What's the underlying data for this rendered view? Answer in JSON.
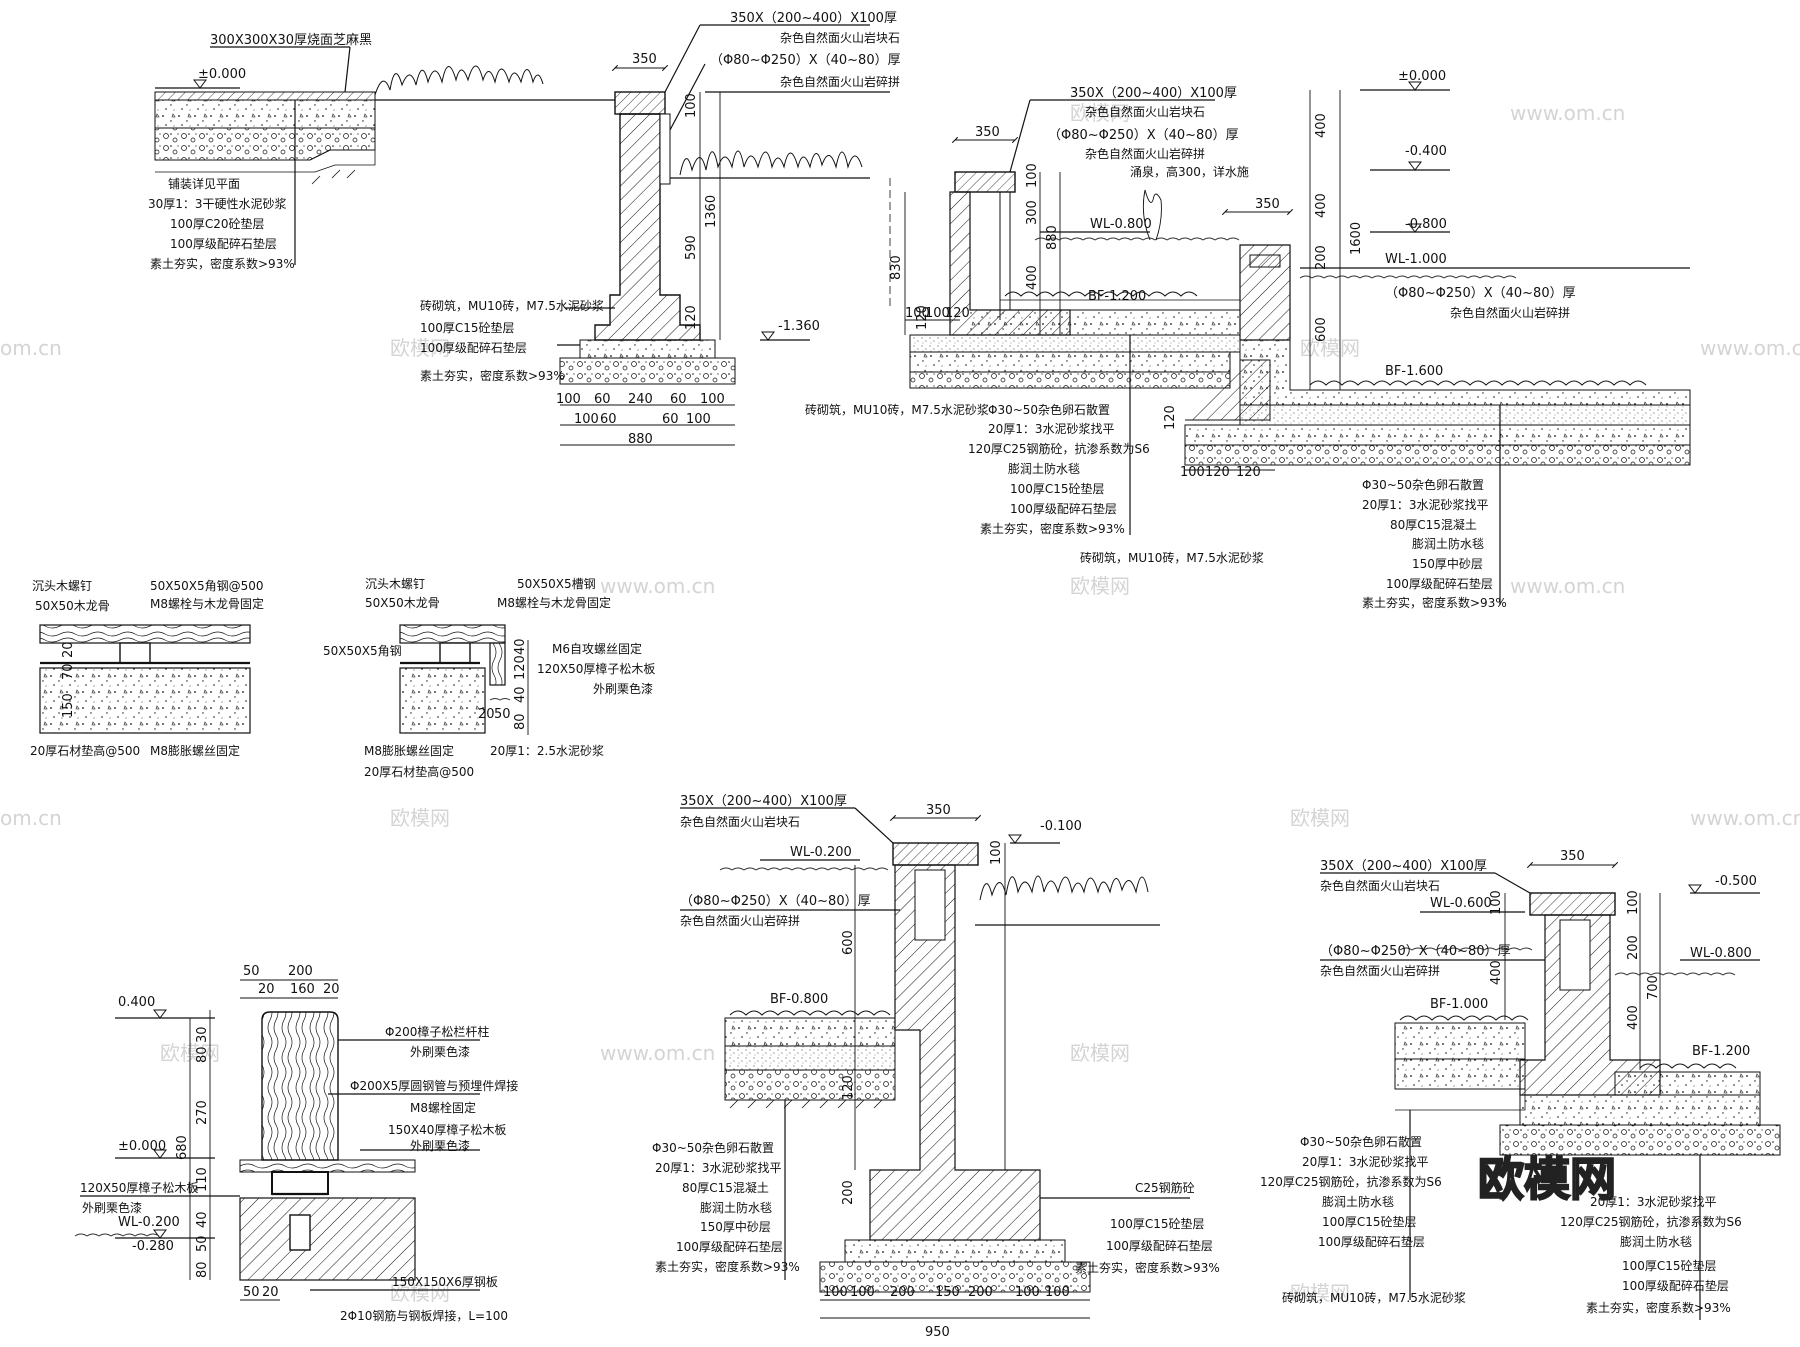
{
  "watermarks": {
    "site": "www.om.cn",
    "site_short": "om.cn",
    "brand": "欧模网"
  },
  "section_a": {
    "top_label": "300X300X30厚烧面芝麻黑",
    "level_zero": "±0.000",
    "stone_top": "350X（200~400）X100厚",
    "stone_top_2": "杂色自然面火山岩块石",
    "stone_side": "（Φ80~Φ250）X（40~80）厚",
    "stone_side_2": "杂色自然面火山岩碎拼",
    "dim_350": "350",
    "dims_v": [
      "100",
      "590",
      "1360",
      "120"
    ],
    "level_bottom": "-1.360",
    "layers_left": [
      "铺装详见平面",
      "30厚1：3干硬性水泥砂浆",
      "100厚C20砼垫层",
      "100厚级配碎石垫层",
      "素土夯实，密度系数>93%"
    ],
    "layers_base": [
      "砖砌筑，MU10砖，M7.5水泥砂浆",
      "100厚C15砼垫层",
      "100厚级配碎石垫层",
      "素土夯实，密度系数>93%"
    ],
    "dims_base_1": [
      "100",
      "60",
      "240",
      "60",
      "100"
    ],
    "dims_base_2": [
      "100",
      "60",
      "60",
      "100"
    ],
    "dim_base_total": "880"
  },
  "section_b": {
    "stone_top": "350X（200~400）X100厚",
    "stone_top_2": "杂色自然面火山岩块石",
    "stone_side": "（Φ80~Φ250）X（40~80）厚",
    "stone_side_2": "杂色自然面火山岩碎拼",
    "dim_350": "350",
    "fountain": "涌泉，高300，详水施",
    "wl": "WL-0.800",
    "bf": "BF-1.200",
    "dims_v": [
      "100",
      "300",
      "880",
      "400",
      "830",
      "120"
    ],
    "dims_h": [
      "100",
      "100",
      "120"
    ],
    "layers": [
      "砖砌筑，MU10砖，M7.5水泥砂浆",
      "Φ30~50杂色卵石散置",
      "20厚1：3水泥砂浆找平",
      "120厚C25钢筋砼，抗渗系数为S6",
      "膨润土防水毯",
      "100厚C15砼垫层",
      "100厚级配碎石垫层",
      "素土夯实，密度系数>93%"
    ],
    "layer_bottom": "砖砌筑，MU10砖，M7.5水泥砂浆"
  },
  "section_c": {
    "level_zero": "±0.000",
    "level_1": "-0.400",
    "level_2": "-0.800",
    "wl": "WL-1.000",
    "dim_350": "350",
    "stone_side": "（Φ80~Φ250）X（40~80）厚",
    "stone_side_2": "杂色自然面火山岩碎拼",
    "bf": "BF-1.600",
    "dims_v": [
      "400",
      "400",
      "200",
      "1600",
      "600",
      "120"
    ],
    "dims_h": [
      "100",
      "120",
      "120"
    ],
    "layers": [
      "Φ30~50杂色卵石散置",
      "20厚1：3水泥砂浆找平",
      "80厚C15混凝土",
      "膨润土防水毯",
      "150厚中砂层",
      "100厚级配碎石垫层",
      "素土夯实，密度系数>93%"
    ]
  },
  "detail_deck_1": {
    "labels": [
      "沉头木螺钉",
      "50X50X5角钢@500",
      "50X50木龙骨",
      "M8螺栓与木龙骨固定",
      "20厚石材垫高@500",
      "M8膨胀螺丝固定"
    ],
    "dims": [
      "20",
      "70",
      "150"
    ]
  },
  "detail_deck_2": {
    "labels": [
      "沉头木螺钉",
      "50X50X5槽钢",
      "50X50木龙骨",
      "M8螺栓与木龙骨固定",
      "50X50X5角钢",
      "M6自攻螺丝固定",
      "120X50厚樟子松木板",
      "外刷栗色漆",
      "M8膨胀螺丝固定",
      "20厚1：2.5水泥砂浆",
      "20厚石材垫高@500"
    ],
    "dims": [
      "40",
      "120",
      "40",
      "80",
      "20",
      "50"
    ]
  },
  "detail_post": {
    "level_top": "0.400",
    "level_zero": "±0.000",
    "wl": "WL-0.200",
    "level_low": "-0.280",
    "dims_top": [
      "50",
      "200"
    ],
    "dims_top_2": [
      "20",
      "160",
      "20"
    ],
    "dims_v": [
      "30",
      "80",
      "270",
      "680",
      "110",
      "40",
      "50",
      "80"
    ],
    "dims_bottom": [
      "50",
      "20"
    ],
    "labels": [
      "Φ200樟子松栏杆柱",
      "外刷栗色漆",
      "Φ200X5厚圆钢管与预埋件焊接",
      "M8螺栓固定",
      "150X40厚樟子松木板",
      "外刷栗色漆",
      "120X50厚樟子松木板",
      "外刷栗色漆",
      "150X150X6厚钢板",
      "2Φ10钢筋与钢板焊接，L=100"
    ]
  },
  "section_d": {
    "stone_top": "350X（200~400）X100厚",
    "stone_top_2": "杂色自然面火山岩块石",
    "dim_350": "350",
    "level": "-0.100",
    "wl": "WL-0.200",
    "stone_side": "（Φ80~Φ250）X（40~80）厚",
    "stone_side_2": "杂色自然面火山岩碎拼",
    "bf": "BF-0.800",
    "dims_v": [
      "100",
      "600",
      "120",
      "200"
    ],
    "dims_h": [
      "100",
      "100",
      "200",
      "150",
      "200",
      "100",
      "100"
    ],
    "dim_total": "950",
    "c25": "C25钢筋砼",
    "layers_right": [
      "100厚C15砼垫层",
      "100厚级配碎石垫层",
      "素土夯实，密度系数>93%"
    ],
    "layers_left": [
      "Φ30~50杂色卵石散置",
      "20厚1：3水泥砂浆找平",
      "80厚C15混凝土",
      "膨润土防水毯",
      "150厚中砂层",
      "100厚级配碎石垫层",
      "素土夯实，密度系数>93%"
    ]
  },
  "section_e": {
    "stone_top": "350X（200~400）X100厚",
    "stone_top_2": "杂色自然面火山岩块石",
    "dim_350": "350",
    "level": "-0.500",
    "wl_left": "WL-0.600",
    "wl_right": "WL-0.800",
    "stone_side": "（Φ80~Φ250）X（40~80）厚",
    "stone_side_2": "杂色自然面火山岩碎拼",
    "bf_left": "BF-1.000",
    "bf_right": "BF-1.200",
    "dims_v": [
      "100",
      "400",
      "100",
      "200",
      "700",
      "400"
    ],
    "layers": [
      "Φ30~50杂色卵石散置",
      "20厚1：3水泥砂浆找平",
      "120厚C25钢筋砼，抗渗系数为S6",
      "膨润土防水毯",
      "100厚C15砼垫层",
      "100厚级配碎石垫层",
      "砖砌筑，MU10砖，M7.5水泥砂浆"
    ],
    "layers_right": [
      "20厚1：3水泥砂浆找平",
      "120厚C25钢筋砼，抗渗系数为S6",
      "膨润土防水毯",
      "100厚C15砼垫层",
      "100厚级配碎石垫层",
      "素土夯实，密度系数>93%"
    ]
  }
}
